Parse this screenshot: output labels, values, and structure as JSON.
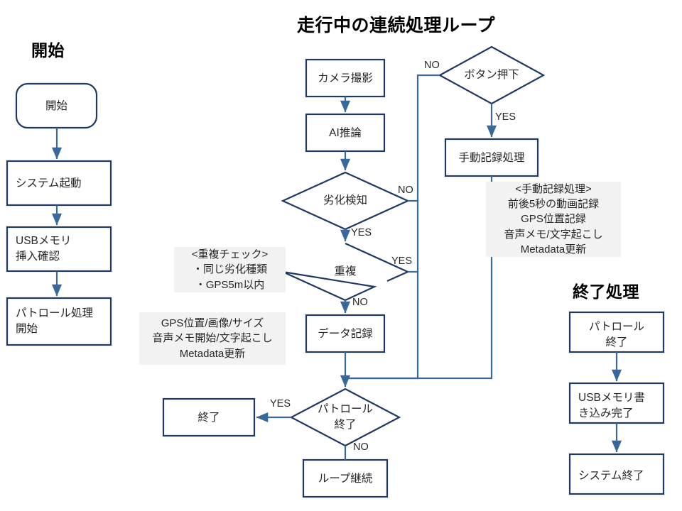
{
  "diagram": {
    "title_start": "開始",
    "title_loop": "走行中の連続処理ループ",
    "title_end": "終了処理"
  },
  "start_column": {
    "nodes": [
      {
        "id": "start",
        "label": "開始",
        "shape": "rounded-rect"
      },
      {
        "id": "system-boot",
        "label": "システム起動",
        "shape": "rect"
      },
      {
        "id": "usb-check",
        "label": "USBメモリ\n挿入確認",
        "shape": "rect"
      },
      {
        "id": "patrol-start",
        "label": "パトロール処理\n開始",
        "shape": "rect"
      }
    ]
  },
  "loop_column": {
    "nodes": [
      {
        "id": "camera-capture",
        "label": "カメラ撮影",
        "shape": "rect"
      },
      {
        "id": "ai-inference",
        "label": "AI推論",
        "shape": "rect"
      },
      {
        "id": "degradation-detect",
        "label": "劣化検知",
        "shape": "diamond"
      },
      {
        "id": "duplicate-check",
        "label": "重複",
        "shape": "diamond"
      },
      {
        "id": "data-record",
        "label": "データ記録",
        "shape": "rect"
      },
      {
        "id": "patrol-end-decision",
        "label": "パトロール\n終了",
        "shape": "diamond"
      },
      {
        "id": "finish",
        "label": "終了",
        "shape": "rect"
      },
      {
        "id": "loop-continue",
        "label": "ループ継続",
        "shape": "rect"
      },
      {
        "id": "button-press",
        "label": "ボタン押下",
        "shape": "diamond"
      },
      {
        "id": "manual-record",
        "label": "手動記録処理",
        "shape": "rect"
      }
    ]
  },
  "end_column": {
    "nodes": [
      {
        "id": "patrol-finish",
        "label": "パトロール\n終了",
        "shape": "rect"
      },
      {
        "id": "usb-write-done",
        "label": "USBメモリ書\nき込み完了",
        "shape": "rect"
      },
      {
        "id": "system-shutdown",
        "label": "システム終了",
        "shape": "rect"
      }
    ]
  },
  "edge_labels": {
    "button_no": "NO",
    "button_yes": "YES",
    "degradation_no": "NO",
    "degradation_yes": "YES",
    "duplicate_yes": "YES",
    "duplicate_no": "NO",
    "patrol_yes": "YES",
    "patrol_no": "NO"
  },
  "notes": [
    {
      "id": "manual-record-note",
      "text": "<手動記録処理>\n前後5秒の動画記録\nGPS位置記録\n音声メモ/文字起こし\nMetadata更新"
    },
    {
      "id": "duplicate-check-note",
      "text": "<重複チェック>\n・同じ劣化種類\n・GPS5m以内"
    },
    {
      "id": "data-record-note",
      "text": "GPS位置/画像/サイズ\n音声メモ開始/文字起こし\nMetadata更新"
    }
  ],
  "colors": {
    "shape_stroke": "#203864",
    "connector": "#39699B",
    "note_background": "#F2F2F2",
    "text": "#262626",
    "page_background": "#FFFFFF"
  }
}
